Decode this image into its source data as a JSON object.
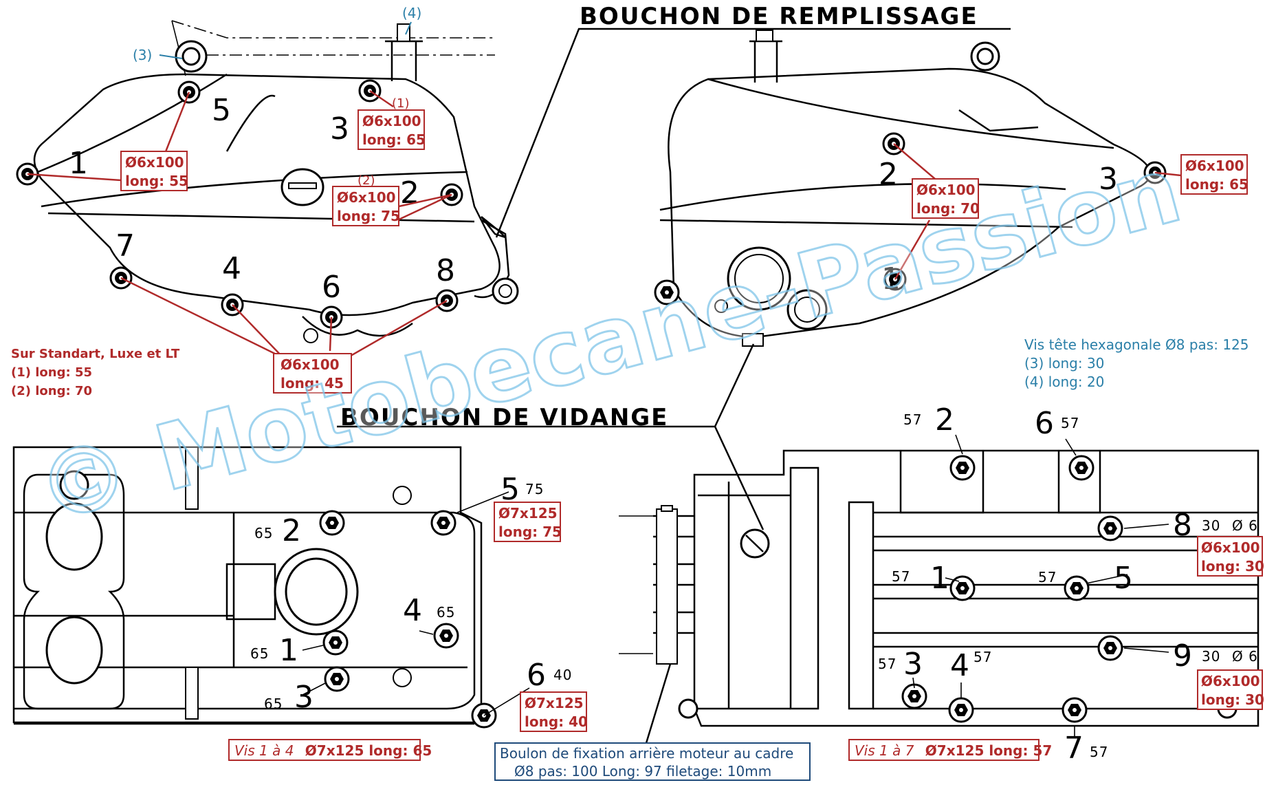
{
  "titles": {
    "filler": "BOUCHON DE REMPLISSAGE",
    "drain": "BOUCHON DE VIDANGE"
  },
  "top_left": {
    "numbers": [
      "1",
      "2",
      "3",
      "4",
      "5",
      "6",
      "7",
      "8"
    ],
    "refs": {
      "r3": "(3)",
      "r4": "(4)",
      "p1": "(1)",
      "p2": "(2)"
    },
    "labels": [
      {
        "dim": "Ø6x100",
        "len": "long: 55"
      },
      {
        "dim": "Ø6x100",
        "len": "long: 65"
      },
      {
        "dim": "Ø6x100",
        "len": "long: 75"
      },
      {
        "dim": "Ø6x100",
        "len": "long: 45"
      }
    ],
    "note": [
      "Sur Standart, Luxe et LT",
      "(1) long: 55",
      "(2) long: 70"
    ]
  },
  "top_right": {
    "numbers": [
      "1",
      "2",
      "3"
    ],
    "labels": [
      {
        "dim": "Ø6x100",
        "len": "long: 70"
      },
      {
        "dim": "Ø6x100",
        "len": "long: 65"
      }
    ],
    "note": [
      "Vis tête hexagonale Ø8 pas: 125",
      "(3) long: 30",
      "(4) long: 20"
    ]
  },
  "bottom_left": {
    "items": [
      {
        "num": "2",
        "len": "65"
      },
      {
        "num": "1",
        "len": "65"
      },
      {
        "num": "3",
        "len": "65"
      },
      {
        "num": "4",
        "len": "65"
      },
      {
        "num": "5",
        "len": "75"
      },
      {
        "num": "6",
        "len": "40"
      }
    ],
    "labels": [
      {
        "dim": "Ø7x125",
        "len": "long: 75"
      },
      {
        "dim": "Ø7x125",
        "len": "long: 40"
      }
    ],
    "caption": {
      "part1": "Vis 1 à 4",
      "part2": "Ø7x125 long: 65"
    }
  },
  "bottom_right": {
    "items": [
      {
        "num": "2",
        "len": "57"
      },
      {
        "num": "6",
        "len": "57"
      },
      {
        "num": "1",
        "len": "57"
      },
      {
        "num": "5",
        "len": "57"
      },
      {
        "num": "3",
        "len": "57"
      },
      {
        "num": "4",
        "len": "57"
      },
      {
        "num": "7",
        "len": "57"
      },
      {
        "num": "8",
        "len": "30"
      },
      {
        "num": "9",
        "len": "30"
      }
    ],
    "diam": "Ø 6",
    "labels": [
      {
        "dim": "Ø6x100",
        "len": "long: 30"
      },
      {
        "dim": "Ø6x100",
        "len": "long: 30"
      }
    ],
    "caption": {
      "part1": "Vis 1 à 7",
      "part2": "Ø7x125 long: 57"
    }
  },
  "bolt_caption": [
    "Boulon de fixation arrière moteur au cadre",
    "Ø8  pas: 100  Long: 97  filetage: 10mm"
  ],
  "watermark": "© Motobecane-Passion"
}
